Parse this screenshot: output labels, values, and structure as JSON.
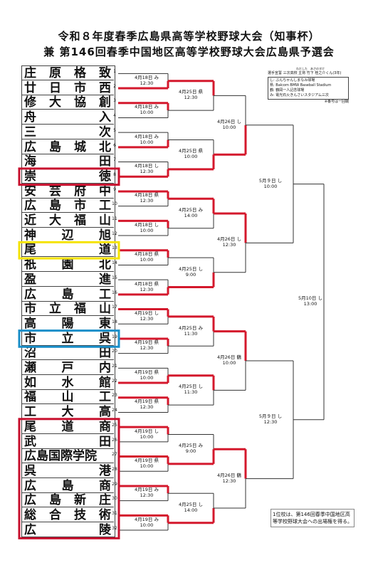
{
  "title_line1": "令和８年度春季広島県高等学校野球大会（知事杯）",
  "title_line2": "兼 第146回春季中国地区高等学校野球大会広島県予選会",
  "legend": {
    "ruby": "わだした　あさのすけ",
    "referee": "選手宣誓 三次高校 主将 竹下 桂之介くん(3年)",
    "venues": [
      "し: ぶんちゃんしまなみ球場",
      "県: Balcom BMW Baseball Stadium",
      "鶴: 鶴岡一人記念球場",
      "み: 電光石火きんさいスタジアム三次"
    ],
    "note": "※番号は一回戦"
  },
  "teams": [
    "庄原格致",
    "廿日市西",
    "修大協創",
    "舟入",
    "三次",
    "広島城北",
    "海田",
    "崇徳",
    "安芸府中",
    "広島市工",
    "近大福山",
    "神辺旭",
    "尾道",
    "祇園北",
    "盈進",
    "広島工",
    "市立福山",
    "高陽東",
    "市立呉",
    "沼田",
    "瀬戸内",
    "如水館",
    "福山工",
    "工大高",
    "尾道商",
    "武田",
    "広島国際学院",
    "呉港",
    "広島商",
    "広島新庄",
    "総合技術",
    "広陵"
  ],
  "round1": [
    {
      "date": "4月18日 み",
      "time": "12:30"
    },
    {
      "date": "4月18日 み",
      "time": "10:00"
    },
    {
      "date": "4月18日 み",
      "time": "10:00"
    },
    {
      "date": "4月18日 し",
      "time": "12:30"
    },
    {
      "date": "4月18日 県",
      "time": "12:30"
    },
    {
      "date": "4月18日 し",
      "time": "10:00"
    },
    {
      "date": "4月18日 県",
      "time": "10:00"
    },
    {
      "date": "4月18日 県",
      "time": "12:30"
    },
    {
      "date": "4月19日 し",
      "time": "12:30"
    },
    {
      "date": "4月19日 県",
      "time": "12:30"
    },
    {
      "date": "4月19日 県",
      "time": "10:00"
    },
    {
      "date": "4月19日 県",
      "time": "12:30"
    },
    {
      "date": "4月19日 し",
      "time": "10:00"
    },
    {
      "date": "4月19日 県",
      "time": "10:00"
    },
    {
      "date": "4月19日 み",
      "time": "12:30"
    },
    {
      "date": "4月19日 み",
      "time": "10:00"
    }
  ],
  "round2": [
    {
      "date": "4月25日 県",
      "time": "12:30"
    },
    {
      "date": "4月25日 県",
      "time": "10:00"
    },
    {
      "date": "4月25日 み",
      "time": "14:00"
    },
    {
      "date": "4月25日 し",
      "time": "9:00"
    },
    {
      "date": "4月25日 み",
      "time": "11:30"
    },
    {
      "date": "4月25日 し",
      "time": "11:30"
    },
    {
      "date": "4月25日 み",
      "time": "9:00"
    },
    {
      "date": "4月25日 し",
      "time": "14:00"
    }
  ],
  "round3": [
    {
      "date": "4月26日 し",
      "time": "10:00"
    },
    {
      "date": "4月26日 し",
      "time": "12:30"
    },
    {
      "date": "4月26日 鶴",
      "time": "10:00"
    },
    {
      "date": "4月26日 鶴",
      "time": "12:30"
    }
  ],
  "semis": [
    {
      "date": "5月９日 し",
      "time": "10:00"
    },
    {
      "date": "5月９日 し",
      "time": "12:30"
    }
  ],
  "final": {
    "date": "5月10日 し",
    "time": "13:00"
  },
  "footnote": "1位校は、第146回春季中国地区高等学校野球大会への出場権を得る。",
  "colors": {
    "winner_line": "#d4182c",
    "highlight_red": "#c8102e",
    "highlight_yellow": "#f5e400",
    "highlight_blue": "#1a8fc9",
    "line": "#333333"
  }
}
